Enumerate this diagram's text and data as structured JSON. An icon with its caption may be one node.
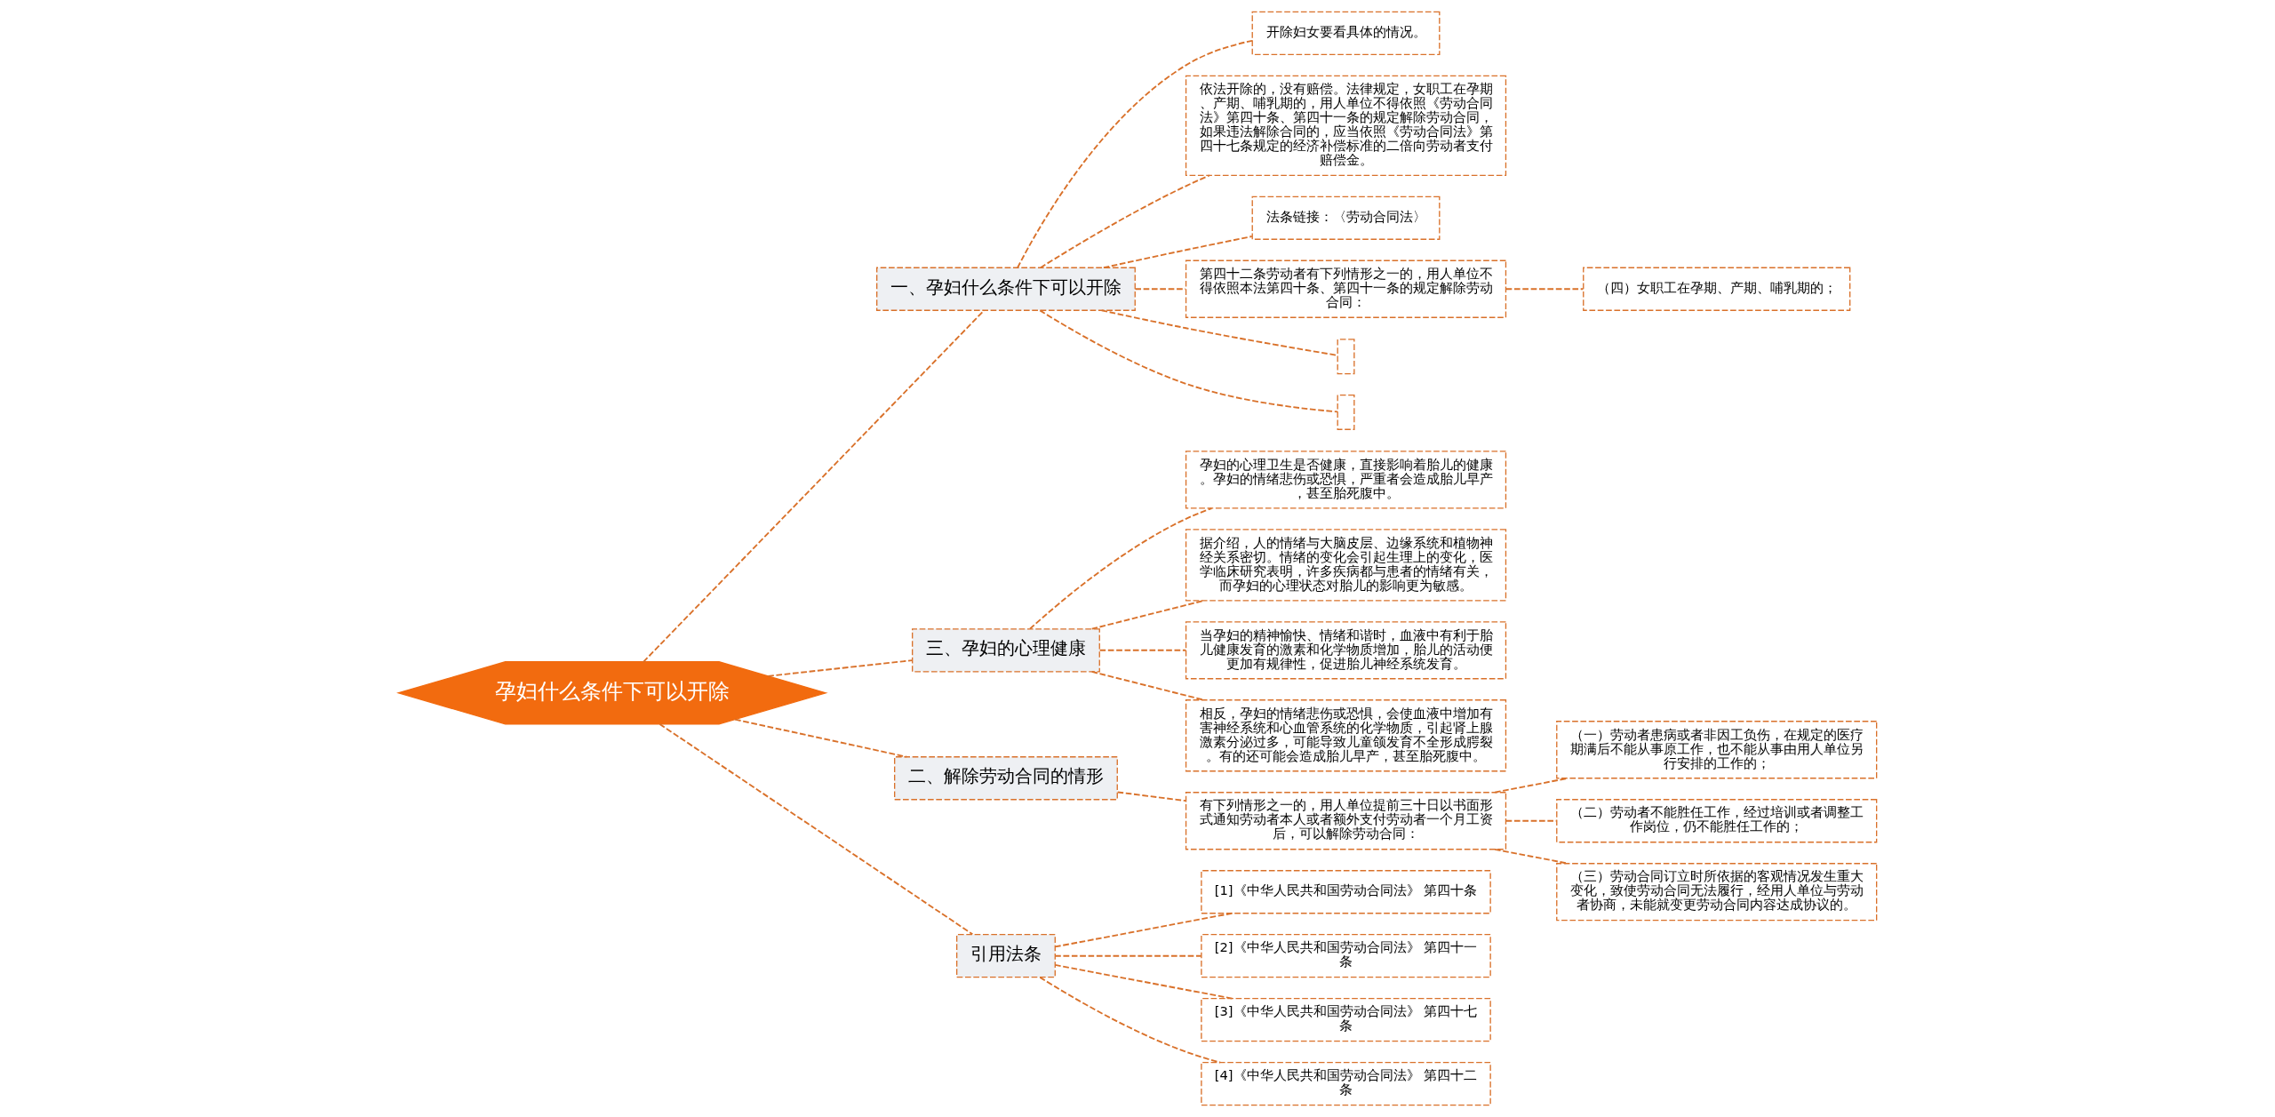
{
  "diagram": {
    "nodes": [
      {
        "text": [
          "孕妇什么条件下可以开除"
        ]
      },
      {
        "text": [
          "一、孕妇什么条件下可以开除"
        ]
      },
      {
        "text": [
          "开除妇女要看具体的情况。"
        ]
      },
      {
        "text": [
          "依法开除的，没有赔偿。法律规定，女职工在孕期、产期、哺乳期的，用人单位不得依照《劳动合同法》第四十条、第四十一条的规定解除劳动合同，如果违法解除合同的，应当依照《劳动合同法》第四十七条规定的经济补偿标准的二倍向劳动者支付赔偿金。"
        ]
      },
      {
        "text": [
          "法条链接：〈劳动合同法〉"
        ]
      },
      {
        "text": [
          "第四十二条劳动者有下列情形之一的，用人单位不得依照本法第四十条、第四十一条的规定解除劳动合同："
        ]
      },
      {
        "text": [
          "（四）女职工在孕期、产期、哺乳期的；"
        ]
      },
      {
        "text": [],
        "shape": "box"
      },
      {
        "text": [],
        "shape": "box"
      },
      {
        "text": [
          "三、孕妇的心理健康"
        ]
      },
      {
        "text": [
          "孕妇的心理卫生是否健康，直接影响着胎儿的健康。孕妇的情绪悲伤或恐惧，严重者会造成胎儿早产，甚至胎死腹中。"
        ]
      },
      {
        "text": [
          "据介绍，人的情绪与大脑皮层、边缘系统和植物神经关系密切。情绪的变化会引起生理上的变化，医学临床研究表明，许多疾病都与患者的情绪有关，而孕妇的心理状态对胎儿的影响更为敏感。"
        ]
      },
      {
        "text": [
          "当孕妇的精神愉快、情绪和谐时，血液中有利于胎儿健康发育的激素和化学物质增加，胎儿的活动便更加有规律性，促进胎儿神经系统发育。"
        ]
      },
      {
        "text": [
          "相反，孕妇的情绪悲伤或恐惧，会使血液中增加有害神经系统和心血管系统的化学物质，引起肾上腺激素分泌过多，可能导致儿童颌发育不全形成腭裂。有的还可能会造成胎儿早产，甚至胎死腹中。"
        ]
      },
      {
        "text": [
          "二、解除劳动合同的情形"
        ]
      },
      {
        "text": [
          "有下列情形之一的，用人单位提前三十日以书面形式通知劳动者本人或者额外支付劳动者一个月工资后，可以解除劳动合同："
        ]
      },
      {
        "text": [
          "（一）劳动者患病或者非因工负伤，在规定的医疗期满后不能从事原工作，也不能从事由用人单位另行安排的工作的；"
        ]
      },
      {
        "text": [
          "（二）劳动者不能胜任工作，经过培训或者调整工作岗位，仍不能胜任工作的；"
        ]
      },
      {
        "text": [
          "（三）劳动合同订立时所依据的客观情况发生重大变化，致使劳动合同无法履行，经用人单位与劳动者协商，未能就变更劳动合同内容达成协议的。"
        ]
      },
      {
        "text": [
          "引用法条"
        ]
      },
      {
        "text": [
          "[1]《中华人民共和国劳动合同法》 第四十条"
        ]
      },
      {
        "text": [
          "[2]《中华人民共和国劳动合同法》 第四十一条"
        ]
      },
      {
        "text": [
          "[3]《中华人民共和国劳动合同法》 第四十七条"
        ]
      },
      {
        "text": [
          "[4]《中华人民共和国劳动合同法》 第四十二条"
        ]
      }
    ],
    "edges": [
      {
        "from": 0,
        "to": 1,
        "arrow": "none",
        "style": "dashed"
      },
      {
        "from": 1,
        "to": 2,
        "arrow": "none",
        "style": "dashed"
      },
      {
        "from": 1,
        "to": 3,
        "arrow": "none",
        "style": "dashed"
      },
      {
        "from": 1,
        "to": 4,
        "arrow": "none",
        "style": "dashed"
      },
      {
        "from": 1,
        "to": 5,
        "arrow": "none",
        "style": "dashed"
      },
      {
        "from": 5,
        "to": 6,
        "arrow": "none",
        "style": "dashed"
      },
      {
        "from": 1,
        "to": 7,
        "arrow": "none",
        "style": "dashed"
      },
      {
        "from": 1,
        "to": 8,
        "arrow": "none",
        "style": "dashed"
      },
      {
        "from": 0,
        "to": 9,
        "arrow": "none",
        "style": "dashed"
      },
      {
        "from": 9,
        "to": 10,
        "arrow": "none",
        "style": "dashed"
      },
      {
        "from": 9,
        "to": 11,
        "arrow": "none",
        "style": "dashed"
      },
      {
        "from": 9,
        "to": 12,
        "arrow": "none",
        "style": "dashed"
      },
      {
        "from": 9,
        "to": 13,
        "arrow": "none",
        "style": "dashed"
      },
      {
        "from": 0,
        "to": 14,
        "arrow": "none",
        "style": "dashed"
      },
      {
        "from": 14,
        "to": 15,
        "arrow": "none",
        "style": "dashed"
      },
      {
        "from": 15,
        "to": 16,
        "arrow": "none",
        "style": "dashed"
      },
      {
        "from": 15,
        "to": 17,
        "arrow": "none",
        "style": "dashed"
      },
      {
        "from": 15,
        "to": 18,
        "arrow": "none",
        "style": "dashed"
      },
      {
        "from": 0,
        "to": 19,
        "arrow": "none",
        "style": "dashed"
      },
      {
        "from": 19,
        "to": 20,
        "arrow": "none",
        "style": "dashed"
      },
      {
        "from": 19,
        "to": 21,
        "arrow": "none",
        "style": "dashed"
      },
      {
        "from": 19,
        "to": 22,
        "arrow": "none",
        "style": "dashed"
      },
      {
        "from": 19,
        "to": 23,
        "arrow": "none",
        "style": "dashed"
      }
    ]
  }
}
